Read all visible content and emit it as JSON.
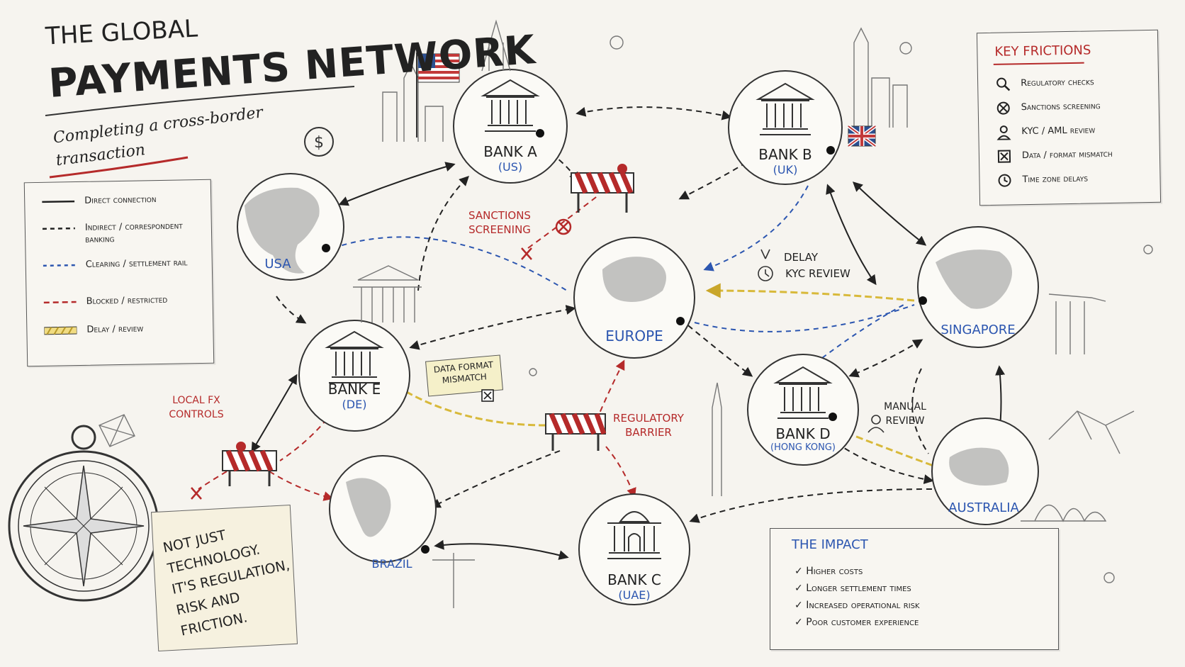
{
  "title": {
    "line1": "THE GLOBAL",
    "line2": "PAYMENTS NETWORK"
  },
  "subtitle": "Completing a cross-border transaction",
  "legend": [
    {
      "label": "Direct connection",
      "style": "solid"
    },
    {
      "label": "Indirect / correspondent banking",
      "style": "dashed-black"
    },
    {
      "label": "Clearing / settlement rail",
      "style": "dashed-blue"
    },
    {
      "label": "Blocked / restricted",
      "style": "dashed-red"
    },
    {
      "label": "Delay / review",
      "style": "striped-yellow"
    }
  ],
  "key_frictions": {
    "title": "KEY FRICTIONS",
    "items": [
      {
        "label": "Regulatory checks",
        "icon": "magnifier-icon"
      },
      {
        "label": "Sanctions screening",
        "icon": "cross-circle-icon"
      },
      {
        "label": "KYC / AML review",
        "icon": "person-icon"
      },
      {
        "label": "Data / format mismatch",
        "icon": "x-box-icon"
      },
      {
        "label": "Time zone delays",
        "icon": "clock-icon"
      }
    ]
  },
  "nodes": {
    "bank_a": {
      "name": "BANK A",
      "country": "(US)"
    },
    "bank_b": {
      "name": "BANK B",
      "country": "(UK)"
    },
    "bank_e": {
      "name": "BANK E",
      "country": "(DE)"
    },
    "bank_d": {
      "name": "BANK D",
      "country": "(HONG KONG)"
    },
    "bank_c": {
      "name": "BANK C",
      "country": "(UAE)"
    },
    "usa": "USA",
    "europe": "EUROPE",
    "singapore": "SINGAPORE",
    "brazil": "BRAZIL",
    "australia": "AUSTRALIA"
  },
  "annotations": {
    "sanctions": "SANCTIONS SCREENING",
    "delay": "DELAY",
    "kyc": "KYC REVIEW",
    "data_format": "DATA FORMAT MISMATCH",
    "regulatory": "REGULATORY BARRIER",
    "local_fx": "LOCAL FX CONTROLS",
    "manual": "MANUAL REVIEW"
  },
  "note": "NOT JUST TECHNOLOGY. IT'S REGULATION, RISK AND FRICTION.",
  "impact": {
    "title": "THE IMPACT",
    "items": [
      "Higher costs",
      "Longer settlement times",
      "Increased operational risk",
      "Poor customer experience"
    ]
  },
  "colors": {
    "blue": "#2c56b0",
    "red": "#b52a2a",
    "yellow": "#d8b93a",
    "ink": "#222222"
  }
}
